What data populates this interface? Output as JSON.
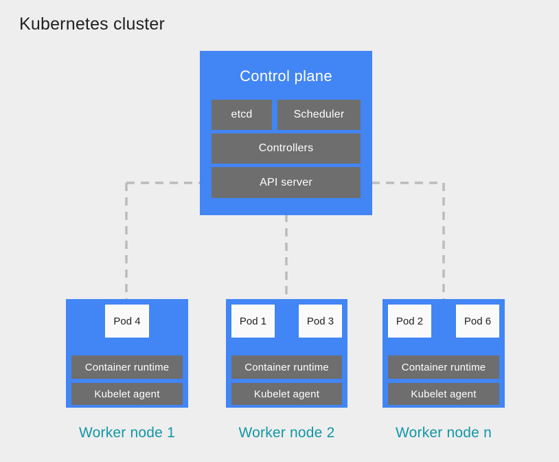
{
  "title": "Kubernetes cluster",
  "colors": {
    "background": "#eeeeee",
    "node_blue": "#4285f4",
    "component_gray": "#6e6e6e",
    "pod_background": "#fafafa",
    "connector_gray": "#bbbbbb",
    "worker_label_teal": "#1296a4",
    "title_text": "#202124",
    "light_text": "#ffffff"
  },
  "control_plane": {
    "title": "Control plane",
    "components": {
      "etcd": "etcd",
      "scheduler": "Scheduler",
      "controllers": "Controllers",
      "api_server": "API server"
    }
  },
  "worker_nodes": [
    {
      "label": "Worker node 1",
      "pods": [
        "Pod 4"
      ],
      "components": {
        "runtime": "Container runtime",
        "kubelet": "Kubelet agent"
      }
    },
    {
      "label": "Worker node 2",
      "pods": [
        "Pod 1",
        "Pod 3"
      ],
      "components": {
        "runtime": "Container runtime",
        "kubelet": "Kubelet agent"
      }
    },
    {
      "label": "Worker node n",
      "pods": [
        "Pod 2",
        "Pod 6"
      ],
      "components": {
        "runtime": "Container runtime",
        "kubelet": "Kubelet agent"
      }
    }
  ]
}
